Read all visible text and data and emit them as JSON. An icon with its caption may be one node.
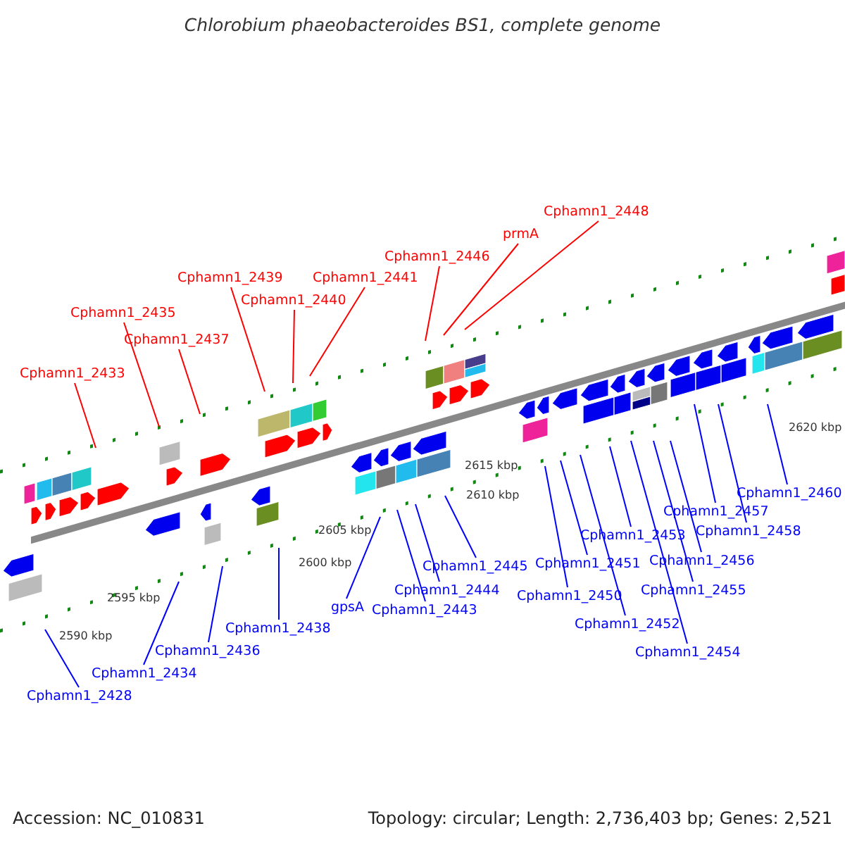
{
  "diagram": {
    "title": "Chlorobium phaeobacteroides BS1, complete genome",
    "nodes": [
      {
        "text": [
          "Cphamn1_2433"
        ]
      },
      {
        "text": [
          "Cphamn1_2435"
        ]
      },
      {
        "text": [
          "Cphamn1_2437"
        ]
      },
      {
        "text": [
          "Cphamn1_2439"
        ]
      },
      {
        "text": [
          "Cphamn1_2440"
        ]
      },
      {
        "text": [
          "Cphamn1_2441"
        ]
      },
      {
        "text": [
          "Cphamn1_2446"
        ]
      },
      {
        "text": [
          "prmA"
        ]
      },
      {
        "text": [
          "Cphamn1_2448"
        ]
      },
      {
        "text": [
          "Cphamn1_2428"
        ]
      },
      {
        "text": [
          "Cphamn1_2434"
        ]
      },
      {
        "text": [
          "Cphamn1_2436"
        ]
      },
      {
        "text": [
          "Cphamn1_2438"
        ]
      },
      {
        "text": [
          "gpsA"
        ]
      },
      {
        "text": [
          "Cphamn1_2443"
        ]
      },
      {
        "text": [
          "Cphamn1_2444"
        ]
      },
      {
        "text": [
          "Cphamn1_2445"
        ]
      },
      {
        "text": [
          "Cphamn1_2450"
        ]
      },
      {
        "text": [
          "Cphamn1_2451"
        ]
      },
      {
        "text": [
          "Cphamn1_2452"
        ]
      },
      {
        "text": [
          "Cphamn1_2453"
        ]
      },
      {
        "text": [
          "Cphamn1_2454"
        ]
      },
      {
        "text": [
          "Cphamn1_2455"
        ]
      },
      {
        "text": [
          "Cphamn1_2456"
        ]
      },
      {
        "text": [
          "Cphamn1_2457"
        ]
      },
      {
        "text": [
          "Cphamn1_2458"
        ]
      },
      {
        "text": [
          "Cphamn1_2460"
        ]
      }
    ],
    "edges": [
      {
        "from": 0,
        "to": null,
        "arrow": "none",
        "color": "#ff0000"
      },
      {
        "from": 1,
        "to": null,
        "arrow": "none",
        "color": "#ff0000"
      },
      {
        "from": 2,
        "to": null,
        "arrow": "none",
        "color": "#ff0000"
      },
      {
        "from": 3,
        "to": null,
        "arrow": "none",
        "color": "#ff0000"
      },
      {
        "from": 4,
        "to": null,
        "arrow": "none",
        "color": "#ff0000"
      },
      {
        "from": 5,
        "to": null,
        "arrow": "none",
        "color": "#ff0000"
      },
      {
        "from": 6,
        "to": null,
        "arrow": "none",
        "color": "#ff0000"
      },
      {
        "from": 7,
        "to": null,
        "arrow": "none",
        "color": "#ff0000"
      },
      {
        "from": 8,
        "to": null,
        "arrow": "none",
        "color": "#ff0000"
      },
      {
        "from": 9,
        "to": null,
        "arrow": "none"
      },
      {
        "from": 10,
        "to": null,
        "arrow": "none"
      },
      {
        "from": 11,
        "to": null,
        "arrow": "none"
      },
      {
        "from": 12,
        "to": null,
        "arrow": "none"
      },
      {
        "from": 13,
        "to": null,
        "arrow": "none"
      },
      {
        "from": 14,
        "to": null,
        "arrow": "none"
      },
      {
        "from": 15,
        "to": null,
        "arrow": "none"
      },
      {
        "from": 16,
        "to": null,
        "arrow": "none"
      },
      {
        "from": 17,
        "to": null,
        "arrow": "none"
      },
      {
        "from": 18,
        "to": null,
        "arrow": "none"
      },
      {
        "from": 19,
        "to": null,
        "arrow": "none"
      },
      {
        "from": 20,
        "to": null,
        "arrow": "none"
      },
      {
        "from": 21,
        "to": null,
        "arrow": "none"
      },
      {
        "from": 22,
        "to": null,
        "arrow": "none"
      },
      {
        "from": 23,
        "to": null,
        "arrow": "none"
      },
      {
        "from": 24,
        "to": null,
        "arrow": "none"
      },
      {
        "from": 25,
        "to": null,
        "arrow": "none"
      },
      {
        "from": 26,
        "to": null,
        "arrow": "none"
      }
    ],
    "labels": [
      "2590 kbp",
      "2595 kbp",
      "2600 kbp",
      "2605 kbp",
      "2610 kbp",
      "2615 kbp",
      "2620 kbp",
      "Accession: NC_010831",
      "Topology: circular; Length: 2,736,403 bp; Genes: 2,521"
    ]
  }
}
